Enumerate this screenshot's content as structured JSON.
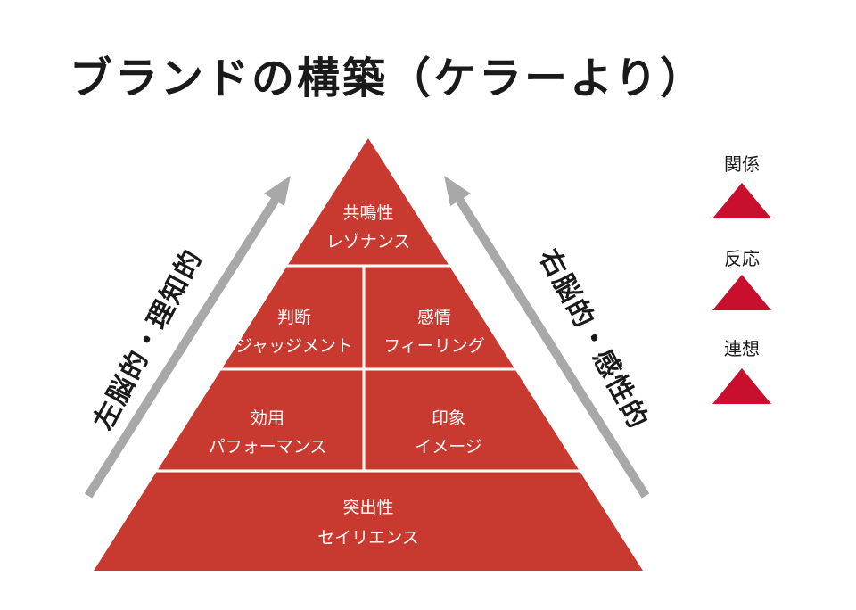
{
  "title": "ブランドの構築（ケラーより）",
  "pyramid": {
    "top": {
      "line1": "共鳴性",
      "line2": "レゾナンス"
    },
    "tier2_left": {
      "line1": "判断",
      "line2": "ジャッジメント"
    },
    "tier2_right": {
      "line1": "感情",
      "line2": "フィーリング"
    },
    "tier3_left": {
      "line1": "効用",
      "line2": "パフォーマンス"
    },
    "tier3_right": {
      "line1": "印象",
      "line2": "イメージ"
    },
    "base": {
      "line1": "突出性",
      "line2": "セイリエンス"
    }
  },
  "left_arrow_label": "左脳的・理知的",
  "right_arrow_label": "右脳的・感性的",
  "legend": [
    {
      "label": "関係"
    },
    {
      "label": "反応"
    },
    {
      "label": "連想"
    }
  ],
  "colors": {
    "pyramid": "#c8392f",
    "legend": "#c8102e",
    "arrow": "#a8a8a8",
    "divider": "#ffffff"
  }
}
